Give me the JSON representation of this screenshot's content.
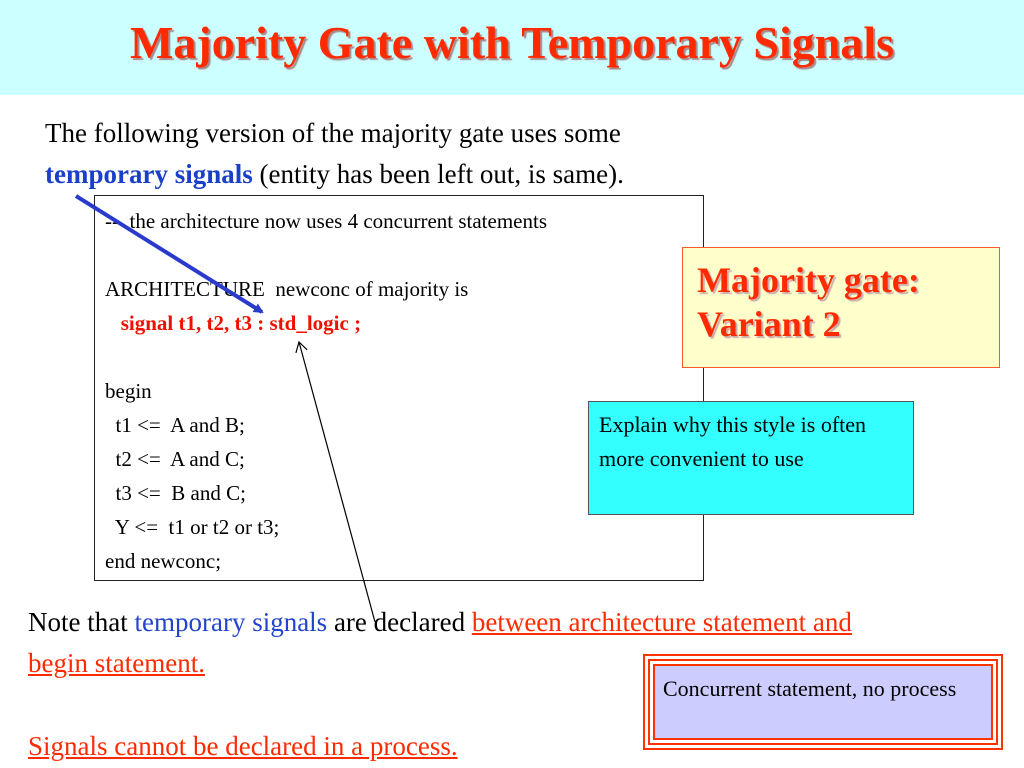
{
  "title": "Majority Gate with Temporary Signals",
  "intro": {
    "line1": "The following version of the majority gate uses some",
    "highlight": "temporary signals",
    "line2_rest": " (entity has been left out, is same)."
  },
  "code": {
    "lines": [
      "--  the architecture now uses 4 concurrent statements",
      "",
      "ARCHITECTURE  newconc of majority is",
      "   signal t1, t2, t3 : std_logic ;",
      "",
      "begin",
      "  t1 <=  A and B;",
      "  t2 <=  A and C;",
      "  t3 <=  B and C;",
      "  Y <=  t1 or t2 or t3;",
      "end newconc;"
    ]
  },
  "variant": {
    "line1": "Majority gate:",
    "line2": "Variant 2"
  },
  "explain": "Explain why this style is often more convenient to use",
  "note": {
    "prefix": "Note that ",
    "blue": "temporary signals",
    "middle": " are declared ",
    "red": "between architecture statement and begin statement."
  },
  "note2": "Signals cannot be declared in a process.",
  "concurrent": "Concurrent statement, no process",
  "colors": {
    "title": "#ff2a00",
    "title_bg": "#ccffff",
    "blue_text": "#1a3fc8",
    "explain_bg": "#33ffff",
    "variant_bg": "#ffffcc",
    "concurrent_bg": "#ccccff"
  }
}
